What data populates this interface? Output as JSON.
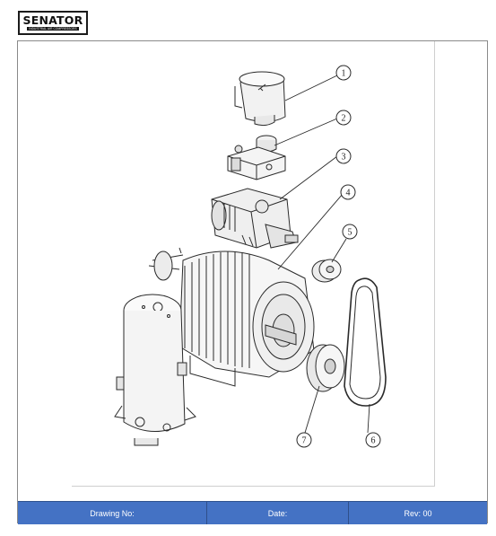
{
  "logo": {
    "brand": "SENATOR",
    "tagline": "INDUSTRIAL AIR COMPRESSORS"
  },
  "callouts": [
    "1",
    "2",
    "3",
    "4",
    "5",
    "6",
    "7"
  ],
  "footer": {
    "drawing_no": "Drawing No:",
    "date": "Date:",
    "rev": "Rev: 00"
  },
  "colors": {
    "footer_bg": "#4472c4",
    "footer_text": "#ffffff"
  }
}
